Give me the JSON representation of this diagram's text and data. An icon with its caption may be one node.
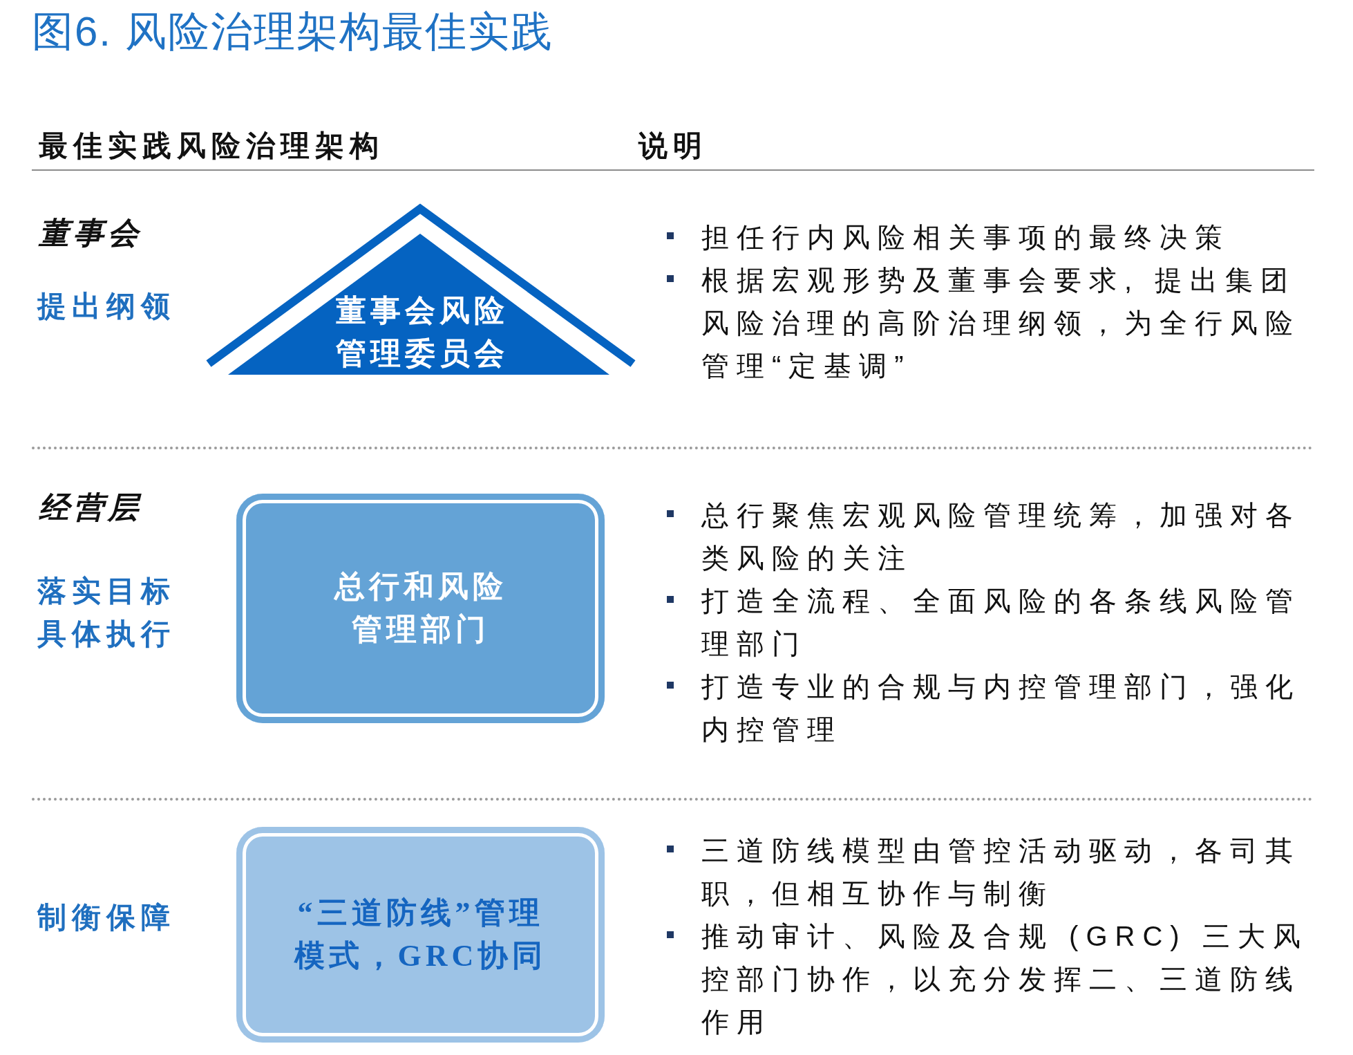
{
  "diagram": {
    "title": "图6. 风险治理架构最佳实践",
    "nodes": [
      {
        "text": [
          "董事会风险管理委员会"
        ]
      },
      {
        "text": [
          "总行和风险管理部门"
        ]
      },
      {
        "text": [
          "“三道防线”管理模式，GRC协同"
        ]
      }
    ],
    "labels": [
      "最佳实践风险治理架构",
      "说明",
      "董事会",
      "提出纲领",
      "担任行内风险相关事项的最终决策",
      "根据宏观形势及董事会要求, 提出集团风险治理的高阶治理纲领，为全行风险管理“定基调”",
      "经营层",
      "落实目标具体执行",
      "总行聚焦宏观风险管理统筹，加强对各类风险的关注",
      "打造全流程、全面风险的各条线风险管理部门",
      "打造专业的合规与内控管理部门，强化内控管理",
      "制衡保障",
      "三道防线模型由管控活动驱动，各司其职，但相互协作与制衡",
      "推动审计、风险及合规 (GRC) 三大风控部门协作，以充分发挥二、三道防线作用"
    ]
  }
}
